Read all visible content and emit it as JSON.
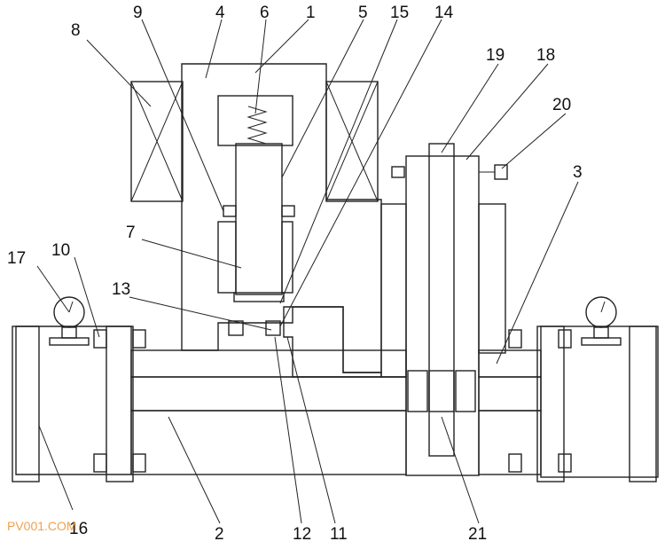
{
  "labels": {
    "l1": "1",
    "l2": "2",
    "l3": "3",
    "l4": "4",
    "l5": "5",
    "l6": "6",
    "l7": "7",
    "l8": "8",
    "l9": "9",
    "l10": "10",
    "l11": "11",
    "l12": "12",
    "l13": "13",
    "l14": "14",
    "l15": "15",
    "l16": "16",
    "l17": "17",
    "l18": "18",
    "l19": "19",
    "l20": "20",
    "l21": "21"
  },
  "watermark": "PV001.COM",
  "colors": {
    "line": "#222222",
    "watermark": "#f0a050",
    "background": "#ffffff"
  }
}
